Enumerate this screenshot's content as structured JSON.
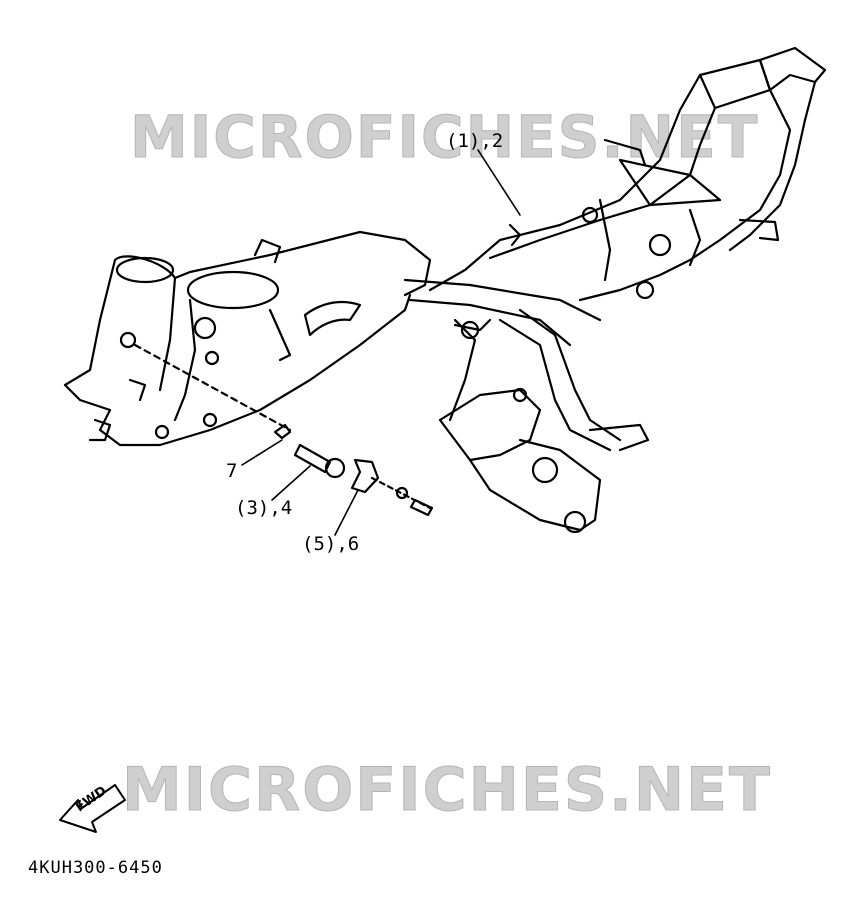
{
  "watermark": {
    "top": "MICROFICHES.NET",
    "bottom": "MICROFICHES.NET"
  },
  "callouts": {
    "frame": "(1),2",
    "bolt": "7",
    "stay": "(3),4",
    "bracket": "(5),6"
  },
  "fwd_indicator": "FWD",
  "part_code": "4KUH300-6450",
  "colors": {
    "line": "#000000",
    "watermark": "#cfcfcf"
  }
}
